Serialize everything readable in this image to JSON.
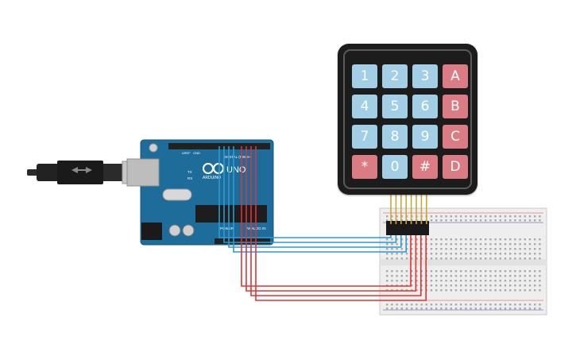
{
  "colors": {
    "board": "#1e6c9a",
    "wire_blue": "#2d9ad1",
    "wire_red": "#e03333",
    "key_blue": "#a3cfe6",
    "key_red": "#db7c84",
    "keypad_body": "#1c1c1c",
    "breadboard": "#eeeeee"
  },
  "keypad": {
    "keys": [
      {
        "label": "1",
        "color": "blue"
      },
      {
        "label": "2",
        "color": "blue"
      },
      {
        "label": "3",
        "color": "blue"
      },
      {
        "label": "A",
        "color": "red"
      },
      {
        "label": "4",
        "color": "blue"
      },
      {
        "label": "5",
        "color": "blue"
      },
      {
        "label": "6",
        "color": "blue"
      },
      {
        "label": "B",
        "color": "red"
      },
      {
        "label": "7",
        "color": "blue"
      },
      {
        "label": "8",
        "color": "blue"
      },
      {
        "label": "9",
        "color": "blue"
      },
      {
        "label": "C",
        "color": "red"
      },
      {
        "label": "*",
        "color": "red"
      },
      {
        "label": "0",
        "color": "blue"
      },
      {
        "label": "#",
        "color": "red"
      },
      {
        "label": "D",
        "color": "red"
      }
    ]
  },
  "arduino": {
    "brand": "ARDUINO",
    "model": "UNO",
    "digital_label": "DIGITAL (PWM~)",
    "power_label": "POWER",
    "analog_label": "ANALOG IN",
    "tx_label": "TX",
    "rx_label": "RX",
    "aref_label": "AREF",
    "gnd_label": "GND"
  }
}
